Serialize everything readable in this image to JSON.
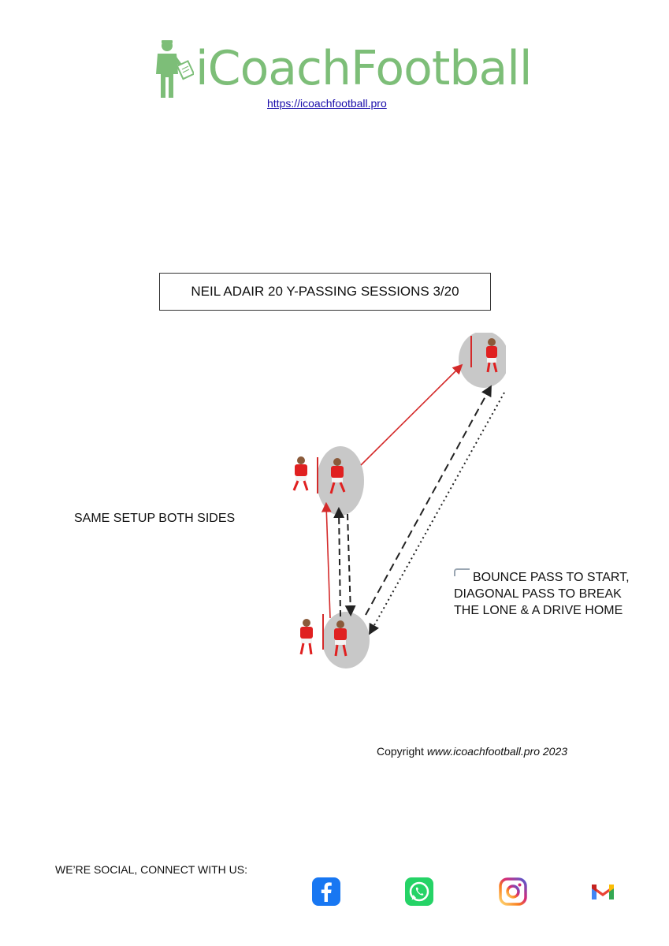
{
  "brand": {
    "name": "iCoachFootball",
    "url": "https://icoachfootball.pro",
    "icon": "coach-with-clipboard-icon",
    "color": "#7dbe78"
  },
  "title": "NEIL ADAIR 20 Y-PASSING SESSIONS 3/20",
  "side_note": "SAME SETUP BOTH SIDES",
  "instructions": "BOUNCE PASS TO START, DIAGONAL PASS TO BREAK THE LONE & A DRIVE HOME",
  "diagram": {
    "player_color": "#e02020",
    "zone_color": "#c8c8c8",
    "pass_color": "#d42a2a"
  },
  "copyright": {
    "prefix": "Copyright",
    "site": "www.icoachfootball.pro",
    "year": "2023"
  },
  "social": {
    "label": "WE’RE SOCIAL, CONNECT WITH US:",
    "icons": [
      "facebook-icon",
      "whatsapp-icon",
      "instagram-icon",
      "gmail-icon"
    ]
  }
}
